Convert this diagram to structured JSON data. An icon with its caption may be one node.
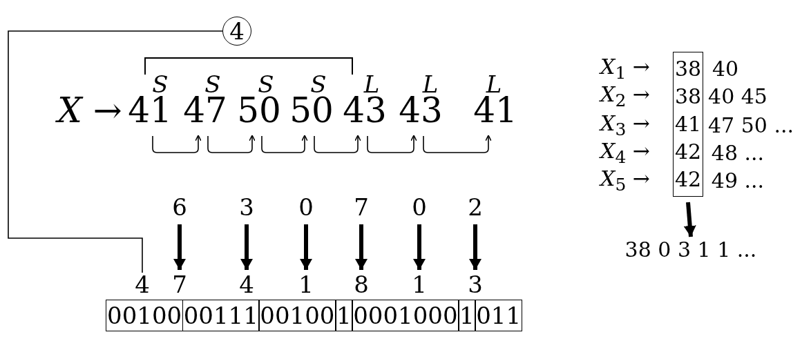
{
  "diagram": {
    "nodes": [
      {
        "text": [
          "4"
        ]
      },
      {
        "text": [
          "41"
        ]
      },
      {
        "text": [
          "47"
        ]
      },
      {
        "text": [
          "50"
        ]
      },
      {
        "text": [
          "50"
        ]
      },
      {
        "text": [
          "43"
        ]
      },
      {
        "text": [
          "43"
        ]
      },
      {
        "text": [
          "41"
        ]
      },
      {
        "text": [
          "6"
        ]
      },
      {
        "text": [
          "3"
        ]
      },
      {
        "text": [
          "0"
        ]
      },
      {
        "text": [
          "7"
        ]
      },
      {
        "text": [
          "0"
        ]
      },
      {
        "text": [
          "2"
        ]
      },
      {
        "text": [
          "4"
        ]
      },
      {
        "text": [
          "7"
        ]
      },
      {
        "text": [
          "4"
        ]
      },
      {
        "text": [
          "1"
        ]
      },
      {
        "text": [
          "8"
        ]
      },
      {
        "text": [
          "1"
        ]
      },
      {
        "text": [
          "3"
        ]
      },
      {
        "text": [
          "00100"
        ]
      },
      {
        "text": [
          "00111"
        ]
      },
      {
        "text": [
          "00100"
        ]
      },
      {
        "text": [
          "1"
        ]
      },
      {
        "text": [
          "0001000"
        ]
      },
      {
        "text": [
          "1"
        ]
      },
      {
        "text": [
          "011"
        ]
      },
      {
        "text": [
          "38",
          "38",
          "41",
          "42",
          "42"
        ]
      },
      {
        "text": [
          "38 0 3 1 1 ..."
        ]
      }
    ],
    "edges": [
      {
        "from": 0,
        "to": 14,
        "arrow": "none"
      },
      {
        "from": 1,
        "to": 2,
        "arrow": "to"
      },
      {
        "from": 2,
        "to": 3,
        "arrow": "to"
      },
      {
        "from": 3,
        "to": 4,
        "arrow": "to"
      },
      {
        "from": 4,
        "to": 5,
        "arrow": "to"
      },
      {
        "from": 5,
        "to": 6,
        "arrow": "to"
      },
      {
        "from": 6,
        "to": 7,
        "arrow": "to"
      },
      {
        "from": 8,
        "to": 15,
        "arrow": "to",
        "style": "thick"
      },
      {
        "from": 9,
        "to": 16,
        "arrow": "to",
        "style": "thick"
      },
      {
        "from": 10,
        "to": 17,
        "arrow": "to",
        "style": "thick"
      },
      {
        "from": 11,
        "to": 18,
        "arrow": "to",
        "style": "thick"
      },
      {
        "from": 12,
        "to": 19,
        "arrow": "to",
        "style": "thick"
      },
      {
        "from": 13,
        "to": 20,
        "arrow": "to",
        "style": "thick"
      },
      {
        "from": 28,
        "to": 29,
        "arrow": "to",
        "style": "thick"
      }
    ],
    "labels": [
      "S",
      "S",
      "S",
      "S",
      "L",
      "L",
      "L",
      "*X* →",
      "*X*$_{1}$ →",
      "40",
      "*X*$_{2}$ →",
      "40 45",
      "*X*$_{3}$ →",
      "47 50 ...",
      "*X*$_{4}$ →",
      "48 ...",
      "*X*$_{5}$ →",
      "49 ..."
    ]
  }
}
